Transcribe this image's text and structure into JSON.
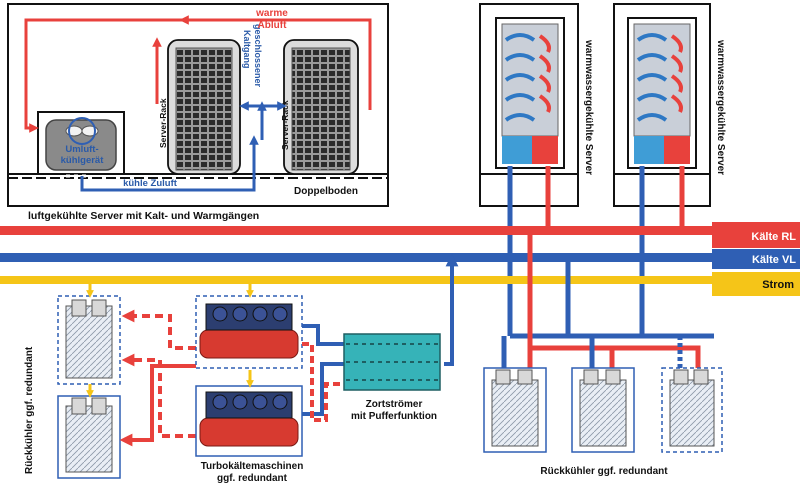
{
  "labels": {
    "warm_exhaust": [
      "warme",
      "Abluft"
    ],
    "sealed_cold_aisle": [
      "geschlossener",
      "Kaltgang"
    ],
    "server_rack_left": "Server-Rack",
    "server_rack_right": "Server-Rack",
    "crac_unit": [
      "Umluft-",
      "kühlgerät"
    ],
    "cool_supply": "kühle Zuluft",
    "raised_floor": "Doppelboden",
    "air_cooled_caption": "luftgekühlte Server mit Kalt- und Warmgängen",
    "water_cooled_server_1": "warmwassergekühlte Server",
    "water_cooled_server_2": "warmwassergekühlte Server",
    "return_line": "Kälte RL",
    "supply_line": "Kälte VL",
    "power_line": "Strom",
    "drycoolers_left": "Rückkühler ggf. redundant",
    "turbo_chillers": [
      "Turbokältemaschinen",
      "ggf. redundant"
    ],
    "buffer": [
      "Zortströmer",
      "mit Pufferfunktion"
    ],
    "drycoolers_right": "Rückkühler ggf. redundant"
  },
  "colors": {
    "red": "#e8413c",
    "blue": "#2f5fb4",
    "yellow": "#f5c518",
    "label_blue": "#2a5aa8",
    "label_red": "#e8413c"
  },
  "icons": {
    "crac_unit": "fan-icon",
    "server_rack": "server-rack-icon",
    "chiller": "chiller-icon",
    "buffer": "buffer-tank-icon",
    "drycooler": "drycooler-icon"
  }
}
